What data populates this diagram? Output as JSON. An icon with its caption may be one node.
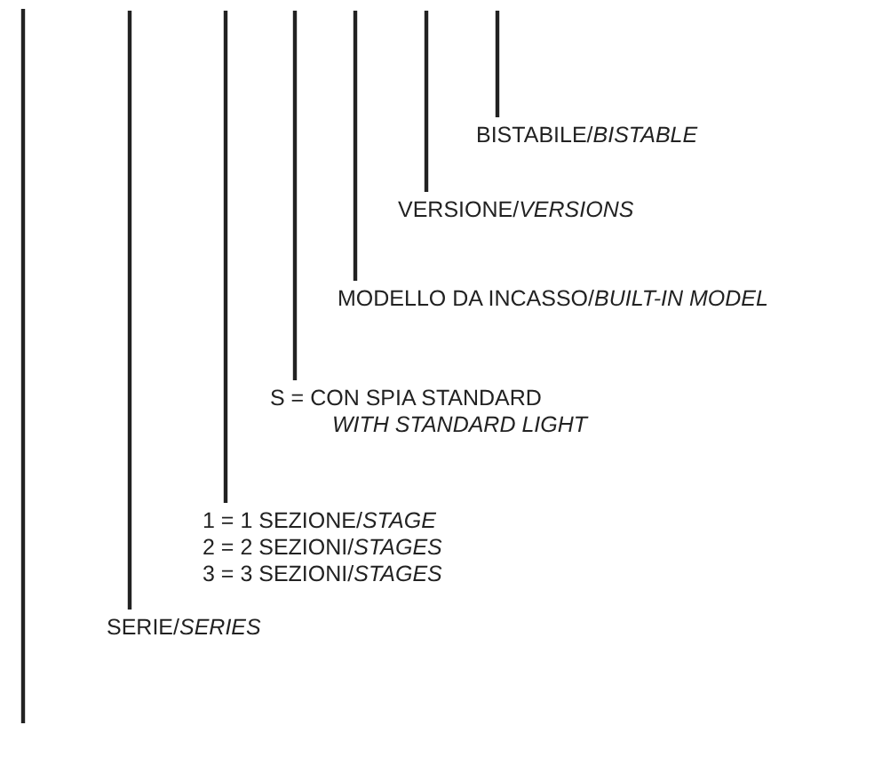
{
  "diagram": {
    "nodes": [
      {
        "text": [
          "BISTABILE/*BISTABLE*"
        ]
      },
      {
        "text": [
          "VERSIONE/*VERSIONS*"
        ]
      },
      {
        "text": [
          "MODELLO DA INCASSO/*BUILT-IN MODEL*"
        ]
      },
      {
        "text": [
          "S = CON SPIA STANDARD",
          "WITH STANDARD LIGHT"
        ]
      },
      {
        "text": [
          "1 = 1 SEZIONE/*STAGE*",
          "2 = 2 SEZIONI/*STAGES*",
          "3 = 3 SEZIONI/*STAGES*"
        ]
      },
      {
        "text": [
          "SERIE/*SERIES*"
        ]
      }
    ],
    "edges": [
      {
        "from": 0,
        "to": null,
        "arrow": "none"
      },
      {
        "from": 1,
        "to": null,
        "arrow": "none"
      },
      {
        "from": 2,
        "to": null,
        "arrow": "none"
      },
      {
        "from": 3,
        "to": null,
        "arrow": "none"
      },
      {
        "from": 4,
        "to": null,
        "arrow": "none"
      },
      {
        "from": 5,
        "to": null,
        "arrow": "none"
      }
    ]
  }
}
